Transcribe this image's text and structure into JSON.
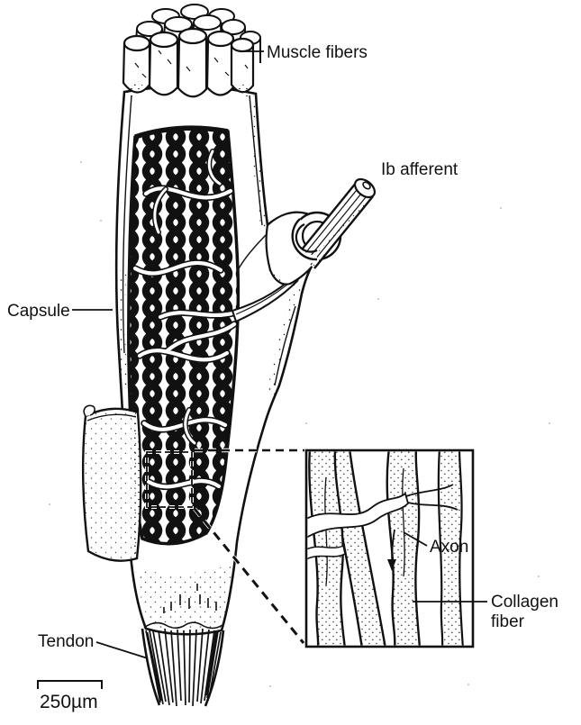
{
  "figure": {
    "colors": {
      "ink": "#111111",
      "paper": "#ffffff"
    },
    "labels": {
      "muscle_fibers": "Muscle fibers",
      "ib_afferent": "Ib afferent",
      "capsule": "Capsule",
      "tendon": "Tendon",
      "axon": "Axon",
      "collagen_fiber_line1": "Collagen",
      "collagen_fiber_line2": "fiber"
    },
    "scale_bar": {
      "value": "250µm"
    }
  }
}
